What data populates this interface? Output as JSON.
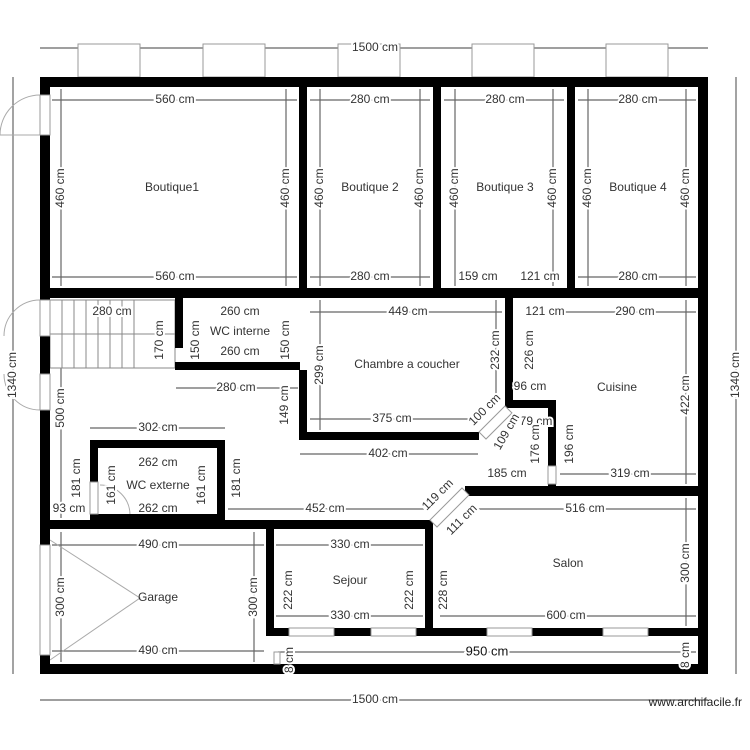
{
  "plan": {
    "rooms": {
      "boutique1": "Boutique1",
      "boutique2": "Boutique 2",
      "boutique3": "Boutique 3",
      "boutique4": "Boutique 4",
      "wc_interne": "WC interne",
      "chambre": "Chambre a coucher",
      "cuisine": "Cuisine",
      "wc_externe": "WC externe",
      "garage": "Garage",
      "sejour": "Sejour",
      "salon": "Salon"
    },
    "dims": [
      "1500 cm",
      "560 cm",
      "280 cm",
      "280 cm",
      "280 cm",
      "560 cm",
      "280 cm",
      "159 cm",
      "121 cm",
      "280 cm",
      "280 cm",
      "260 cm",
      "449 cm",
      "121 cm",
      "290 cm",
      "260 cm",
      "280 cm",
      "375 cm",
      "402 cm",
      "302 cm",
      "262 cm",
      "262 cm",
      "93 cm",
      "452 cm",
      "185 cm",
      "319 cm",
      "516 cm",
      "490 cm",
      "330 cm",
      "330 cm",
      "600 cm",
      "490 cm",
      "950 cm",
      "1500 cm",
      "96 cm",
      "79 cm",
      "460 cm",
      "460 cm",
      "460 cm",
      "460 cm",
      "460 cm",
      "460 cm",
      "460 cm",
      "460 cm",
      "1340 cm",
      "1340 cm",
      "170 cm",
      "150 cm",
      "150 cm",
      "299 cm",
      "232 cm",
      "226 cm",
      "422 cm",
      "149 cm",
      "500 cm",
      "181 cm",
      "161 cm",
      "161 cm",
      "181 cm",
      "176 cm",
      "196 cm",
      "300 cm",
      "300 cm",
      "222 cm",
      "222 cm",
      "228 cm",
      "300 cm",
      "8 cm",
      "8 cm",
      "100 cm",
      "109 cm",
      "119 cm",
      "111 cm"
    ],
    "watermark": "www.archifacile.fr"
  }
}
